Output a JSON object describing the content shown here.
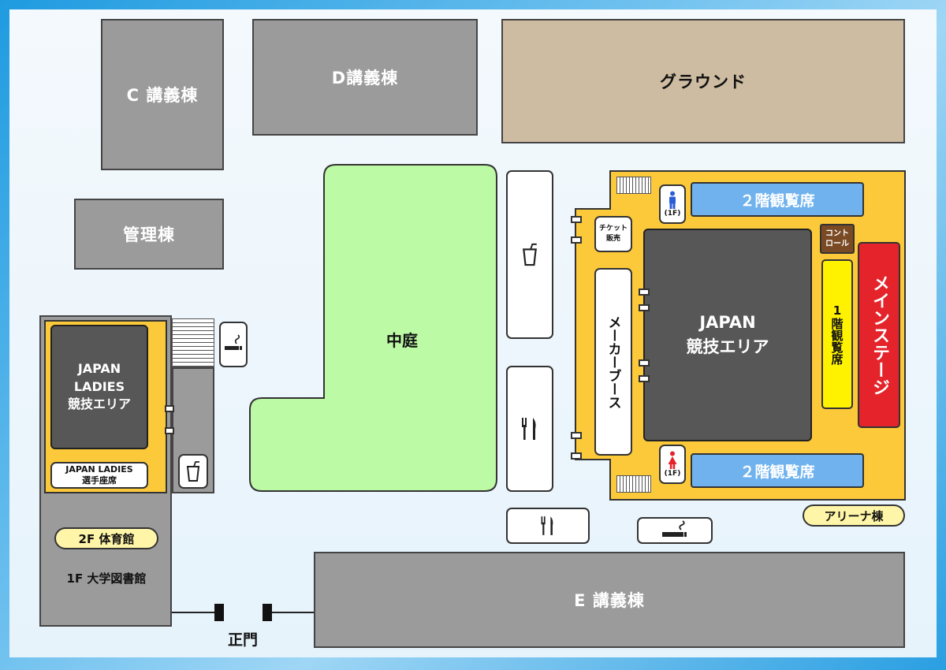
{
  "buildings": {
    "c_lecture": "C 講義棟",
    "d_lecture": "D講義棟",
    "ground": "グラウンド",
    "admin": "管理棟",
    "courtyard": "中庭",
    "e_lecture": "E 講義棟",
    "main_gate": "正門",
    "arena_building": "アリーナ棟",
    "gym_2f": "2F 体育館",
    "library_1f": "1F 大学図書館"
  },
  "ladies": {
    "area_line1": "JAPAN",
    "area_line2": "LADIES",
    "area_line3": "競技エリア",
    "seat_line1": "JAPAN LADIES",
    "seat_line2": "選手座席"
  },
  "arena": {
    "ticket_line1": "チケット",
    "ticket_line2": "販売",
    "maker_booth": "メーカーブース",
    "area_line1": "JAPAN",
    "area_line2": "競技エリア",
    "control_line1": "コント",
    "control_line2": "ロール",
    "seat_1f_num": "1",
    "seat_1f_text": "階観覧席",
    "main_stage": "メインステージ",
    "seat_2f_top": "２階観覧席",
    "seat_2f_bottom": "２階観覧席",
    "restroom_floor": "(1F)",
    "restroom_floor_2": "(1F)"
  },
  "icons": {
    "drink": "drink-icon",
    "restaurant": "restaurant-icon",
    "smoking": "smoking-icon",
    "male_restroom": "male-restroom-icon",
    "female_restroom": "female-restroom-icon",
    "stairs": "stairs-icon"
  },
  "colors": {
    "building_gray": "#9b9b9b",
    "ground_beige": "#cdbca2",
    "courtyard_green": "#bdfaa6",
    "arena_orange": "#fcc93a",
    "competition_dark": "#575757",
    "stage_red": "#e4232b",
    "seat_yellow": "#fff200",
    "seat_blue": "#6fb2ee",
    "label_yellow": "#fff5a8",
    "male_blue": "#2b5ed6",
    "female_red": "#e4232b"
  }
}
